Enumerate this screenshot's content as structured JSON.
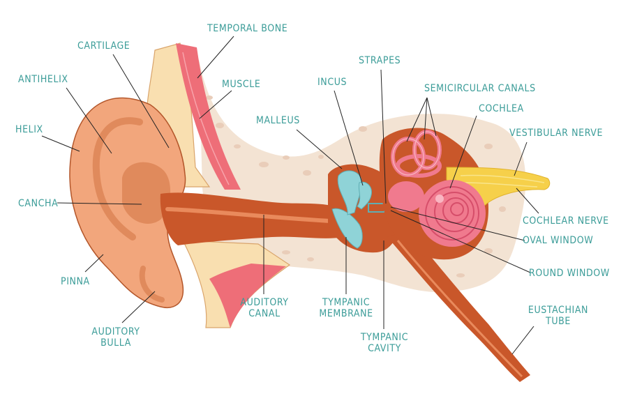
{
  "colors": {
    "label": "#3b9c98",
    "skin": "#f2a67c",
    "skin_dark": "#e08a5c",
    "skin_outline": "#b3562a",
    "canal": "#c9572a",
    "bone": "#f3e3d3",
    "cartilage": "#f9dfb0",
    "muscle": "#ee6e78",
    "ossicle": "#8fd3d7",
    "cochlea": "#f07a8e",
    "nerve": "#f6d04a"
  },
  "labels": {
    "temporal_bone": "TEMPORAL BONE",
    "cartilage": "CARTILAGE",
    "antihelix": "ANTIHELIX",
    "muscle": "MUSCLE",
    "helix": "HELIX",
    "cancha": "CANCHA",
    "pinna": "PINNA",
    "auditory_bulla": [
      "AUDITORY",
      "BULLA"
    ],
    "auditory_canal": [
      "AUDITORY",
      "CANAL"
    ],
    "malleus": "MALLEUS",
    "incus": "INCUS",
    "strapes": "STRAPES",
    "semicircular_canals": "SEMICIRCULAR CANALS",
    "cochlea": "COCHLEA",
    "vestibular_nerve": "VESTIBULAR NERVE",
    "cochlear_nerve": "COCHLEAR NERVE",
    "oval_window": "OVAL WINDOW",
    "round_window": "ROUND WINDOW",
    "tympanic_membrane": [
      "TYMPANIC",
      "MEMBRANE"
    ],
    "tympanic_cavity": [
      "TYMPANIC",
      "CAVITY"
    ],
    "eustachian_tube": [
      "EUSTACHIAN",
      "TUBE"
    ]
  }
}
